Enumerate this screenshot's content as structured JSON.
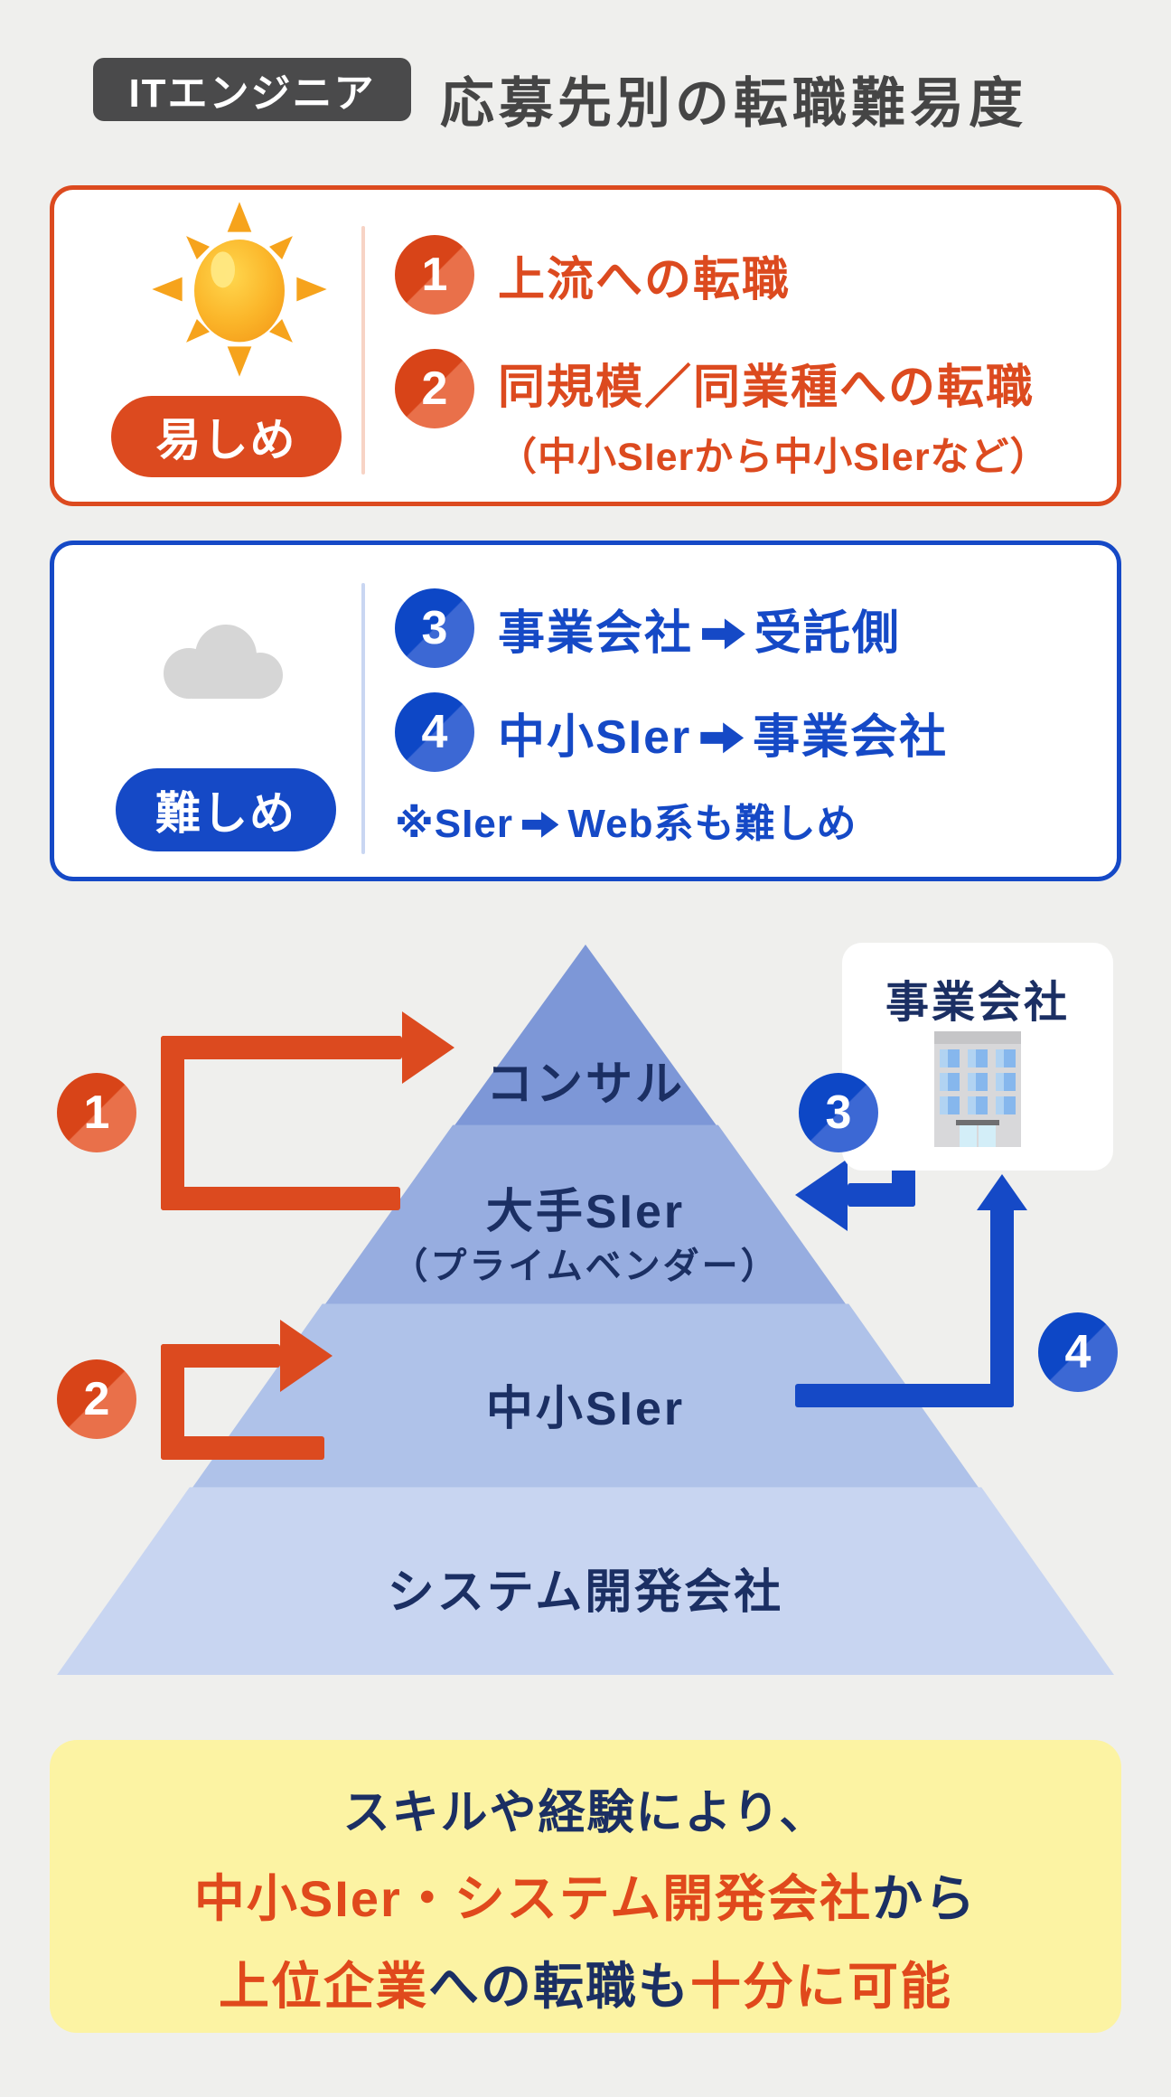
{
  "header": {
    "badge": "ITエンジニア",
    "title": "応募先別の転職難易度"
  },
  "easy_card": {
    "icon": "sun-icon",
    "level_label": "易しめ",
    "accent_color": "#DC4A1F",
    "items": [
      {
        "num": "1",
        "label": "上流への転職"
      },
      {
        "num": "2",
        "label": "同規模／同業種への転職",
        "sublabel": "（中小SIerから中小SIerなど）"
      }
    ]
  },
  "hard_card": {
    "icon": "cloud-icon",
    "level_label": "難しめ",
    "accent_color": "#1549C6",
    "items": [
      {
        "num": "3",
        "from": "事業会社",
        "to": "受託側"
      },
      {
        "num": "4",
        "from": "中小SIer",
        "to": "事業会社"
      }
    ],
    "note": {
      "prefix": "※SIer",
      "suffix": "Web系も難しめ"
    }
  },
  "pyramid": {
    "text_color": "#1B2F63",
    "levels": [
      {
        "label": "コンサル",
        "color": "#7D97D7"
      },
      {
        "label": "大手SIer",
        "sublabel": "（プライムベンダー）",
        "color": "#97ADE0"
      },
      {
        "label": "中小SIer",
        "color": "#AFC2E9"
      },
      {
        "label": "システム開発会社",
        "color": "#C8D5F1"
      }
    ]
  },
  "company_card": {
    "label": "事業会社",
    "icon": "building-icon"
  },
  "route_badges": [
    {
      "num": "1",
      "color": "#DC4A1F"
    },
    {
      "num": "2",
      "color": "#DC4A1F"
    },
    {
      "num": "3",
      "color": "#1549C6"
    },
    {
      "num": "4",
      "color": "#1549C6"
    }
  ],
  "footer": {
    "bg_color": "#FCF3A3",
    "lines": [
      {
        "segments": [
          {
            "text": "スキルや経験により、",
            "tone": "navy"
          }
        ]
      },
      {
        "segments": [
          {
            "text": "中小SIer・システム開発会社",
            "tone": "orange"
          },
          {
            "text": "から",
            "tone": "navy"
          }
        ]
      },
      {
        "segments": [
          {
            "text": "上位企業",
            "tone": "orange"
          },
          {
            "text": "への転職も",
            "tone": "navy"
          },
          {
            "text": "十分に可能",
            "tone": "orange"
          }
        ]
      }
    ]
  },
  "colors": {
    "background": "#EFEFED",
    "header_badge_bg": "#4A4A4B",
    "title_text": "#454545",
    "orange": "#DC4A1F",
    "blue": "#1549C6",
    "navy": "#1B2F63",
    "footer_orange": "#E0491C",
    "cloud_gray": "#D6D6D6"
  }
}
